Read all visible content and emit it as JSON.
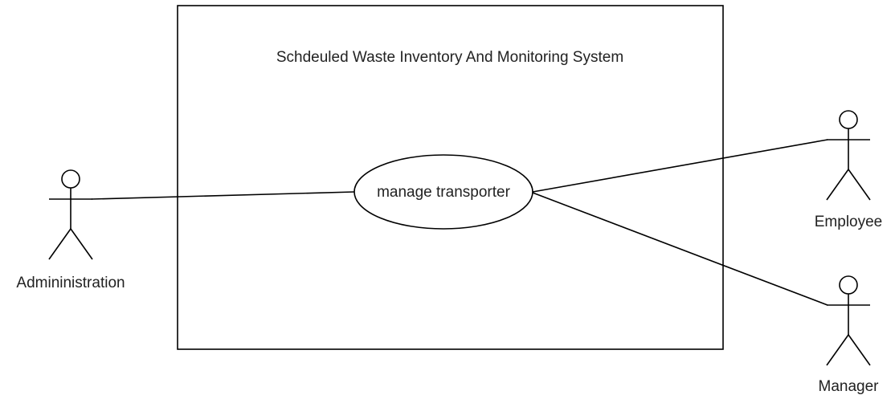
{
  "system": {
    "title": "Schdeuled Waste Inventory And Monitoring System"
  },
  "use_cases": [
    {
      "label": "manage transporter"
    }
  ],
  "actors": [
    {
      "label": "Admininistration"
    },
    {
      "label": "Employee"
    },
    {
      "label": "Manager"
    }
  ],
  "colors": {
    "line": "#000000",
    "text": "#222222",
    "background": "#ffffff"
  }
}
